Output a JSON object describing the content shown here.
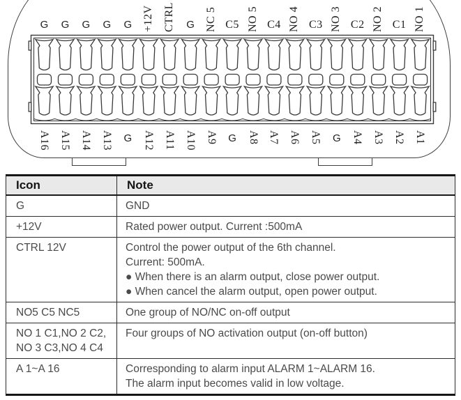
{
  "connector": {
    "top_pins": [
      {
        "label": "G",
        "rot": false
      },
      {
        "label": "G",
        "rot": false
      },
      {
        "label": "G",
        "rot": false
      },
      {
        "label": "G",
        "rot": false
      },
      {
        "label": "G",
        "rot": false
      },
      {
        "label": "+12V",
        "rot": true
      },
      {
        "label": "CTRL",
        "rot": true
      },
      {
        "label": "G",
        "rot": false
      },
      {
        "label": "NC 5",
        "rot": true
      },
      {
        "label": "C5",
        "rot": false
      },
      {
        "label": "NO 5",
        "rot": true
      },
      {
        "label": "C4",
        "rot": false
      },
      {
        "label": "NO 4",
        "rot": true
      },
      {
        "label": "C3",
        "rot": false
      },
      {
        "label": "NO 3",
        "rot": true
      },
      {
        "label": "C2",
        "rot": false
      },
      {
        "label": "NO 2",
        "rot": true
      },
      {
        "label": "C1",
        "rot": false
      },
      {
        "label": "NO 1",
        "rot": true
      }
    ],
    "bottom_pins": [
      {
        "label": "A16",
        "rot": true
      },
      {
        "label": "A15",
        "rot": true
      },
      {
        "label": "A14",
        "rot": true
      },
      {
        "label": "A13",
        "rot": true
      },
      {
        "label": "G",
        "rot": false
      },
      {
        "label": "A12",
        "rot": true
      },
      {
        "label": "A11",
        "rot": true
      },
      {
        "label": "A10",
        "rot": true
      },
      {
        "label": "A9",
        "rot": true
      },
      {
        "label": "G",
        "rot": false
      },
      {
        "label": "A8",
        "rot": true
      },
      {
        "label": "A7",
        "rot": true
      },
      {
        "label": "A6",
        "rot": true
      },
      {
        "label": "A5",
        "rot": true
      },
      {
        "label": "G",
        "rot": false
      },
      {
        "label": "A4",
        "rot": true
      },
      {
        "label": "A3",
        "rot": true
      },
      {
        "label": "A2",
        "rot": true
      },
      {
        "label": "A1",
        "rot": true
      }
    ]
  },
  "table": {
    "headers": [
      "Icon",
      "Note"
    ],
    "rows": [
      {
        "icon_lines": [
          "G"
        ],
        "note_lines": [
          "GND"
        ]
      },
      {
        "icon_lines": [
          "+12V"
        ],
        "note_lines": [
          "Rated power output. Current :500mA"
        ]
      },
      {
        "icon_lines": [
          "CTRL 12V"
        ],
        "note_lines": [
          "Control the power output of the 6th channel.",
          "Current: 500mA.",
          "● When there is an alarm output, close power output.",
          "● When cancel the alarm output, open power output."
        ]
      },
      {
        "icon_lines": [
          "NO5 C5 NC5"
        ],
        "note_lines": [
          "One group of NO/NC on-off output"
        ]
      },
      {
        "icon_lines": [
          "NO 1 C1,NO 2 C2,",
          "NO 3 C3,NO 4 C4"
        ],
        "note_lines": [
          "Four groups of NO activation output (on-off button)"
        ]
      },
      {
        "icon_lines": [
          "A 1~A 16"
        ],
        "note_lines": [
          "Corresponding to alarm input ALARM 1~ALARM 16.",
          "The alarm input becomes valid in low voltage."
        ]
      }
    ]
  },
  "colors": {
    "line_art": "#3a3a3a",
    "table_border": "#1a1a1a",
    "header_bg": "#e9e9e9",
    "body_text": "#4a4a4a",
    "header_text": "#141414"
  }
}
